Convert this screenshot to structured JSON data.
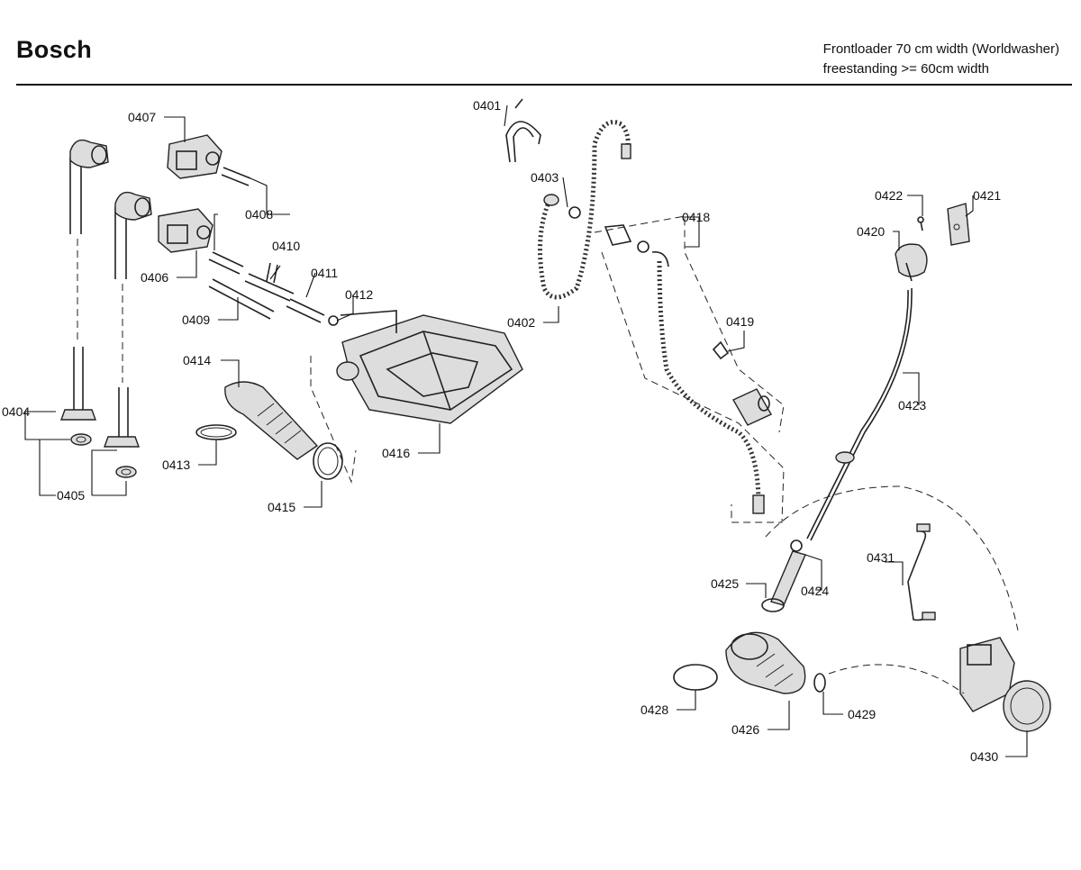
{
  "header": {
    "brand": "Bosch",
    "model_line1": "Frontloader 70 cm width (Worldwasher)",
    "model_line2": "freestanding >= 60cm width"
  },
  "parts": {
    "p0401": "0401",
    "p0402": "0402",
    "p0403": "0403",
    "p0404": "0404",
    "p0405": "0405",
    "p0406": "0406",
    "p0407": "0407",
    "p0408": "0408",
    "p0409": "0409",
    "p0410": "0410",
    "p0411": "0411",
    "p0412": "0412",
    "p0413": "0413",
    "p0414": "0414",
    "p0415": "0415",
    "p0416": "0416",
    "p0418": "0418",
    "p0419": "0419",
    "p0420": "0420",
    "p0421": "0421",
    "p0422": "0422",
    "p0423": "0423",
    "p0424": "0424",
    "p0425": "0425",
    "p0426": "0426",
    "p0428": "0428",
    "p0429": "0429",
    "p0430": "0430",
    "p0431": "0431"
  }
}
